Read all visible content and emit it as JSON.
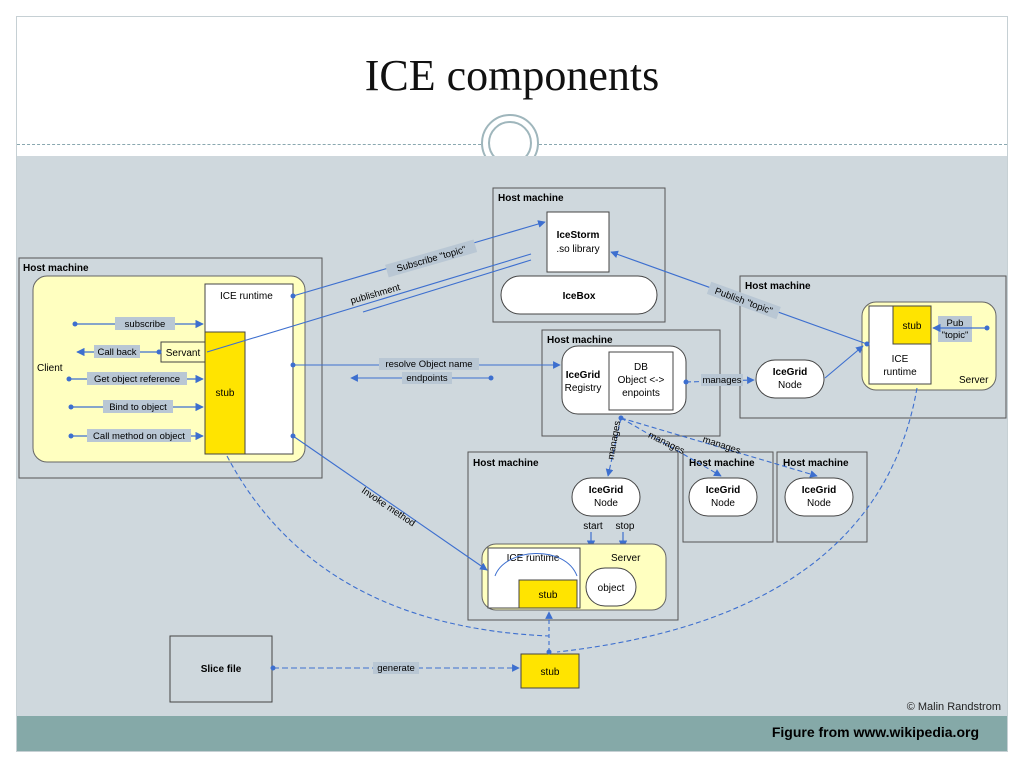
{
  "slide": {
    "title": "ICE components",
    "footer": "Figure from www.wikipedia.org",
    "copyright": "© Malin Randstrom"
  },
  "diagram": {
    "host_label": "Host machine",
    "client_host": {
      "client_label": "Client",
      "ice_runtime": "ICE runtime",
      "stub": "stub",
      "servant": "Servant",
      "calls": [
        "subscribe",
        "Call back",
        "Get object reference",
        "Bind to object",
        "Call method on object"
      ]
    },
    "icestorm_host": {
      "icestorm_title": "IceStorm",
      "icestorm_sub": ".so library",
      "icebox": "IceBox"
    },
    "registry_host": {
      "registry_title": "IceGrid",
      "registry_sub": "Registry",
      "db_line1": "DB",
      "db_line2": "Object <->",
      "db_line3": "enpoints"
    },
    "server_host_right": {
      "stub": "stub",
      "pub_line1": "Pub",
      "pub_line2": "\"topic\"",
      "ice_line1": "ICE",
      "ice_line2": "runtime",
      "server": "Server"
    },
    "node_label_title": "IceGrid",
    "node_label_sub": "Node",
    "server_host_bottom": {
      "ice_runtime": "ICE runtime",
      "server": "Server",
      "stub": "stub",
      "object": "object",
      "start": "start",
      "stop": "stop"
    },
    "slice_file": "Slice file",
    "bottom_stub": "stub",
    "edge_labels": {
      "subscribe_topic": "Subscribe \"topic\"",
      "publishment": "publishment",
      "publish_topic": "Publish \"topic\"",
      "resolve_line1": "resolve Object name",
      "resolve_line2": "endpoints",
      "manages": "manages",
      "invoke": "Invoke method",
      "generate": "generate"
    }
  }
}
